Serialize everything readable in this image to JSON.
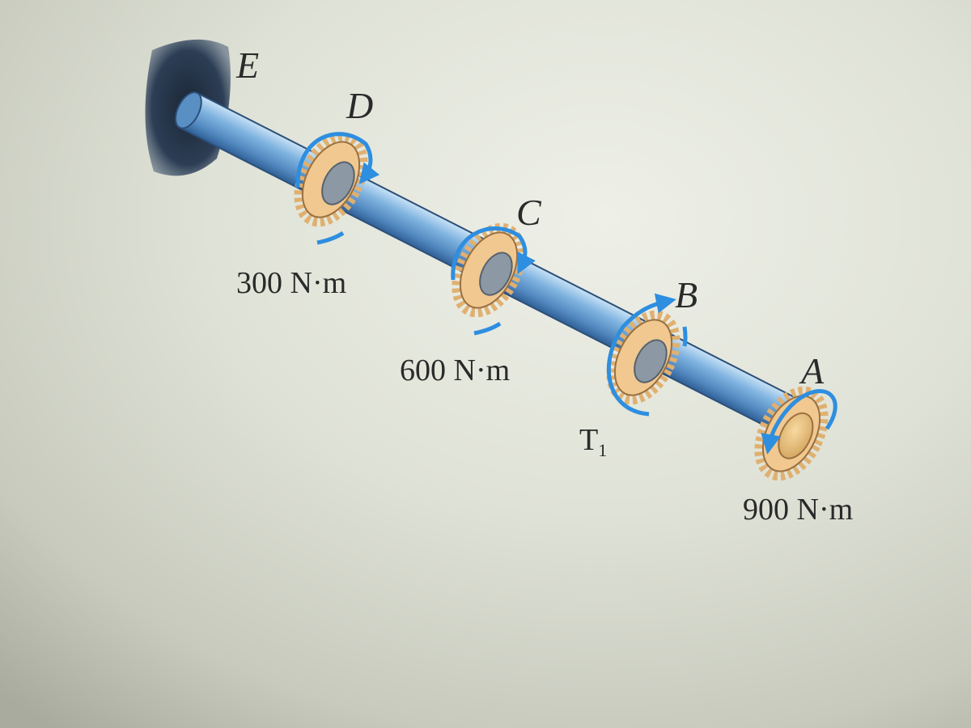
{
  "diagram": {
    "points": {
      "E": "E",
      "D": "D",
      "C": "C",
      "B": "B",
      "A": "A"
    },
    "torques": {
      "D": "300 N·m",
      "C": "600 N·m",
      "B_main": "T",
      "B_sub": "1",
      "A": "900 N·m"
    }
  },
  "colors": {
    "shaft": "#6fa6d6",
    "gear": "#f0c890",
    "arrow": "#2e8ee0",
    "wall": "#2c3e55"
  }
}
